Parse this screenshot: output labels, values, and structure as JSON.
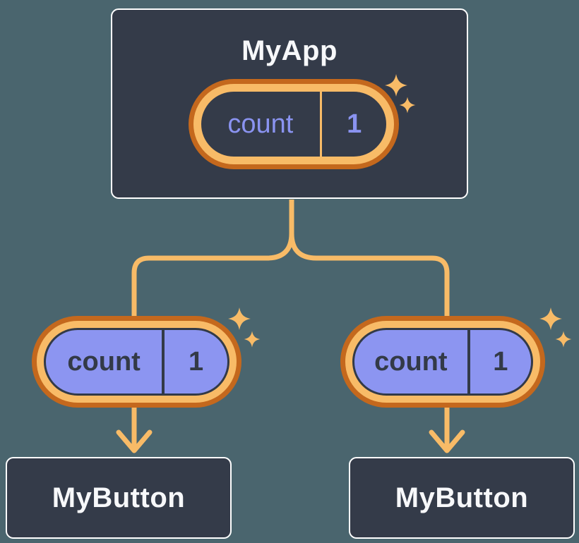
{
  "diagram": {
    "description": "React component tree: parent state passed down as props",
    "root": {
      "label": "MyApp",
      "state_pill": {
        "key": "count",
        "value": "1"
      }
    },
    "children": [
      {
        "label": "MyButton",
        "prop_pill": {
          "key": "count",
          "value": "1"
        }
      },
      {
        "label": "MyButton",
        "prop_pill": {
          "key": "count",
          "value": "1"
        }
      }
    ]
  },
  "icons": {
    "sparkle": "sparkle-icon (4-point star), two per pill at top-right"
  },
  "colors": {
    "background": "#4A656E",
    "node_fill": "#343B49",
    "node_border": "#FFFFFF",
    "node_text": "#F7F8FA",
    "pill_ring_outer": "#C4681D",
    "pill_ring_inner": "#F8BB67",
    "connector": "#F8BB67",
    "state_text": "#8A93F0",
    "prop_fill": "#8C95F1",
    "prop_ink": "#333A47"
  }
}
